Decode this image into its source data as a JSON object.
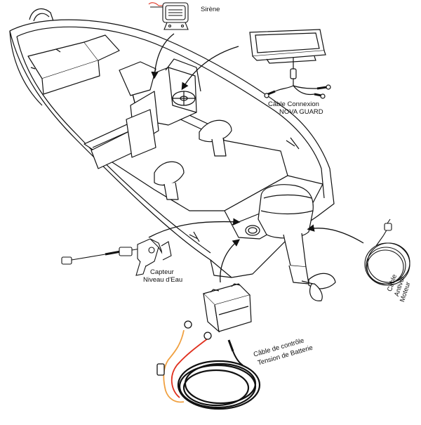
{
  "labels": {
    "siren": "Sirène",
    "nova_line1": "Câble Connexion",
    "nova_line2": "NOVA GUARD",
    "water_line1": "Capteur",
    "water_line2": "Niveau d'Eau",
    "antitheft_line1": "Câble",
    "antitheft_line2": "Antivol",
    "antitheft_line3": "Moteur",
    "battery_line1": "Câble de contrôle",
    "battery_line2": "Tension de Batterie"
  },
  "colors": {
    "line": "#111111",
    "wire_orange": "#f0a040",
    "wire_red": "#e0301e",
    "background": "#ffffff"
  }
}
